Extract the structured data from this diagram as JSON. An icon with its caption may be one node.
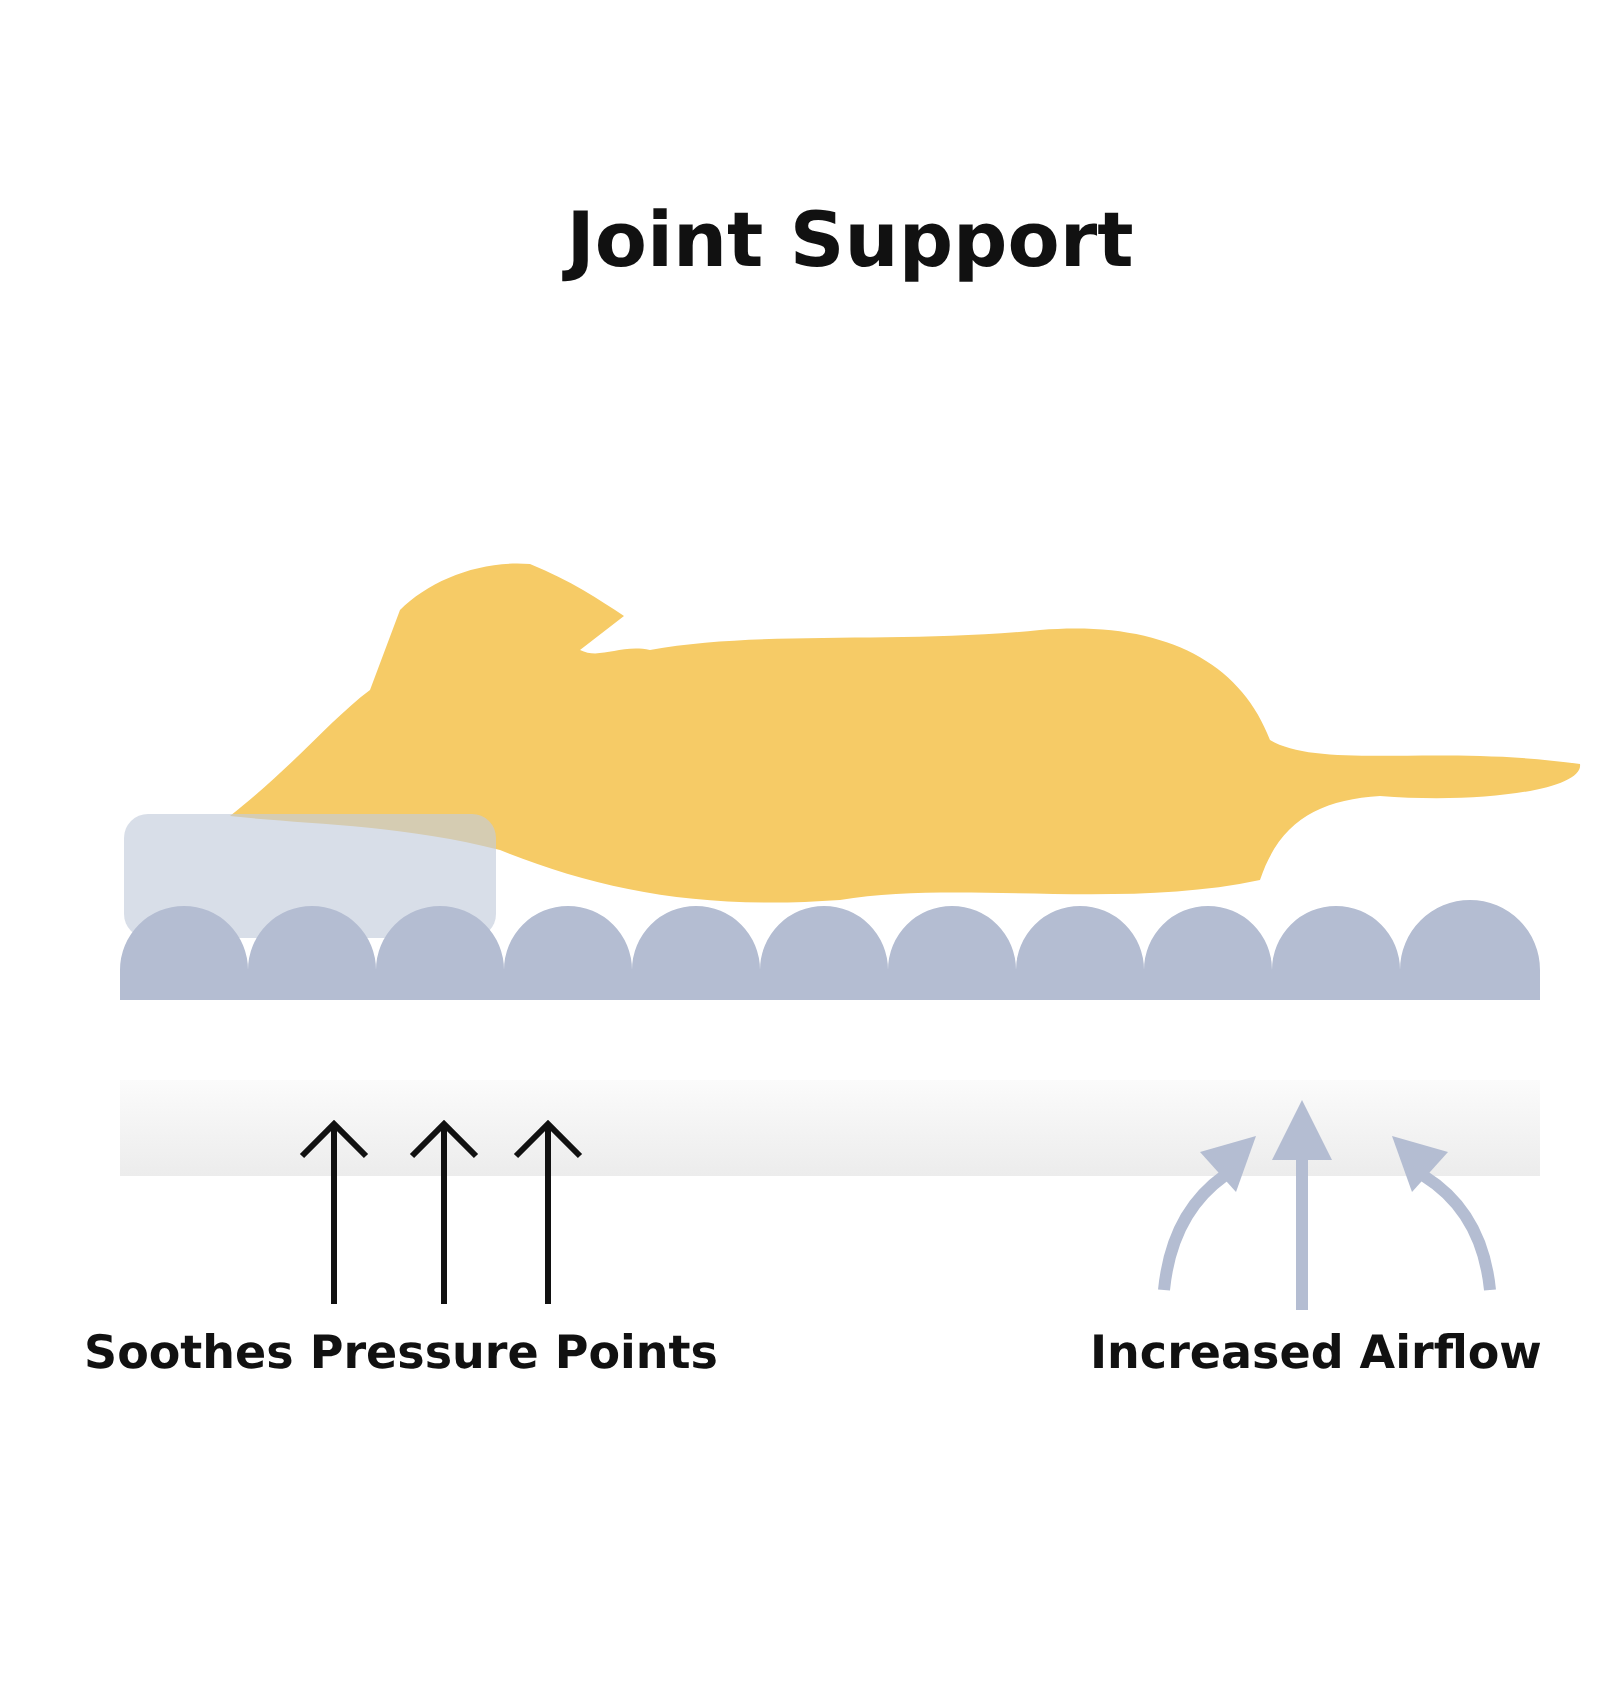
{
  "diagram": {
    "title": "Joint Support",
    "labels": [
      "Soothes Pressure Points",
      "Increased Airflow"
    ]
  }
}
